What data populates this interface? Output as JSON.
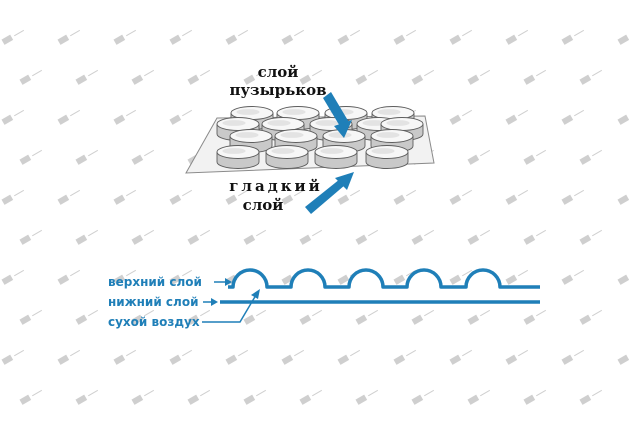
{
  "top_diagram": {
    "bubble_layer_label_line1": "слой",
    "bubble_layer_label_line2": "пузырьков",
    "smooth_layer_label_line1": "гладкий",
    "smooth_layer_label_line2": "слой"
  },
  "cross_section": {
    "top_layer_label": "верхний слой",
    "bottom_layer_label": "нижний слой",
    "dry_air_label": "сухой воздух"
  },
  "colors": {
    "accent_blue": "#1f7fb8",
    "label_text": "#111111",
    "watermark_gray": "#cfcfcf"
  }
}
